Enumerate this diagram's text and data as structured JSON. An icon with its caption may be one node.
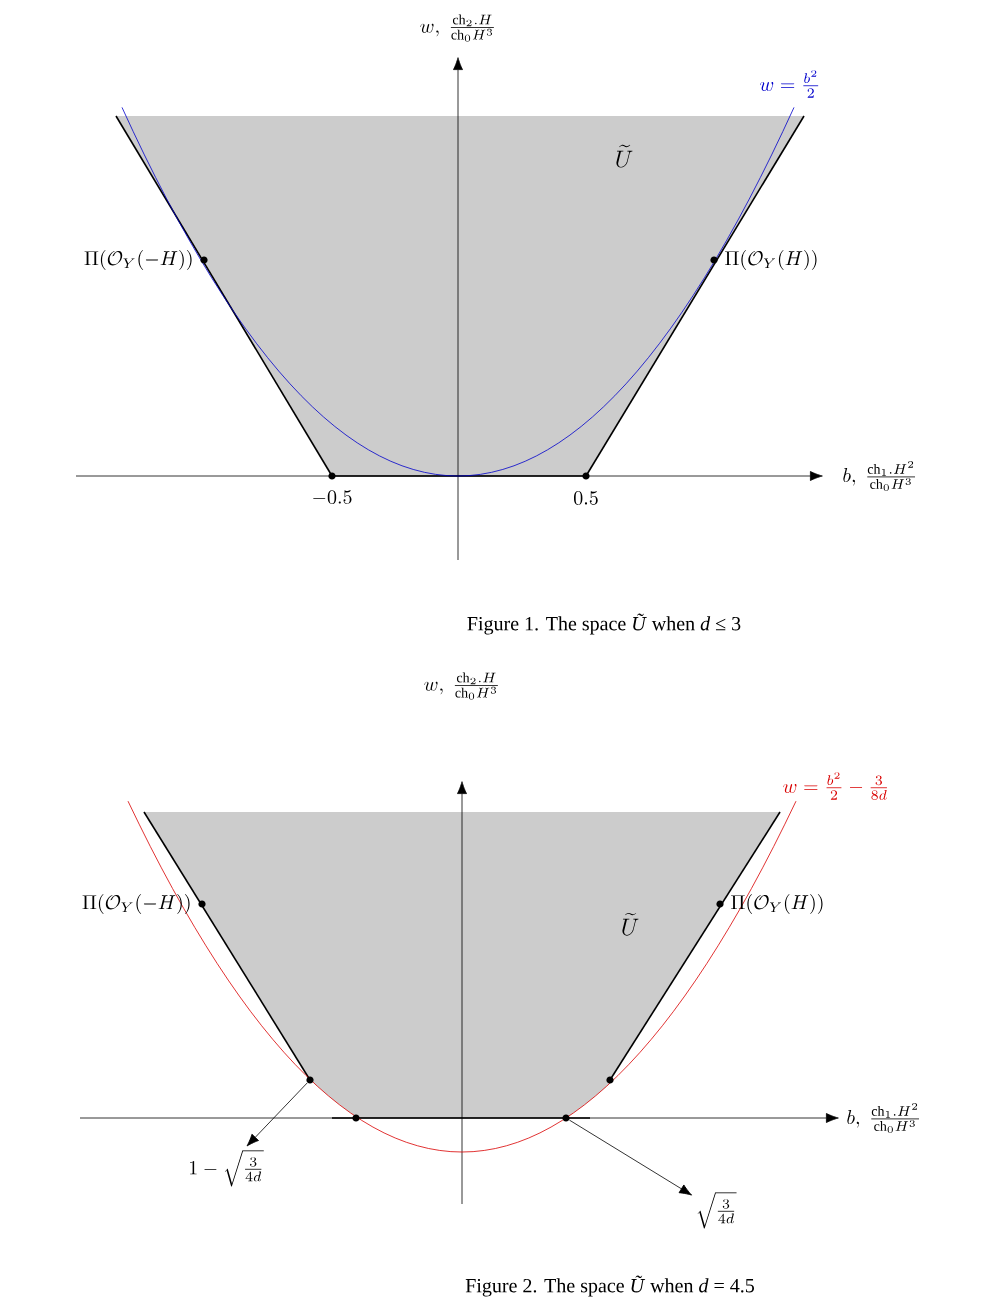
{
  "diagram": {
    "nodes": [
      {
        "text": [],
        "shape": "circle"
      },
      {
        "text": [
          "1-\\sqrt{\\frac{3}{4d}}"
        ]
      },
      {
        "text": [],
        "shape": "circle"
      },
      {
        "text": [
          "\\sqrt{\\frac{3}{4d}}"
        ]
      }
    ],
    "edges": [
      {
        "from": 0,
        "to": 1,
        "arrow": "to"
      },
      {
        "from": 2,
        "to": 3,
        "arrow": "to"
      }
    ],
    "labels": [
      "w,\\ \\frac{\\mathrm{ch}_2.H}{\\mathrm{ch}_0H^3}",
      "w=\\frac{b^2}{2}",
      "\\widetilde{U}",
      "\\Pi(\\mathcal{O}_Y(-H))",
      "\\Pi(\\mathcal{O}_Y(H))",
      "b,\\ \\frac{\\mathrm{ch}_1.H^2}{\\mathrm{ch}_0H^3}",
      "-0.5",
      "0.5",
      "Figure 1. The space *Ũ* when *d* ≤ 3",
      "w,\\ \\frac{\\mathrm{ch}_2.H}{\\mathrm{ch}_0H^3}",
      "w=\\frac{b^2}{2}-\\frac{3}{8d}",
      "\\Pi(\\mathcal{O}_Y(-H))",
      "\\widetilde{U}",
      "\\Pi(\\mathcal{O}_Y(H))",
      "b,\\ \\frac{\\mathrm{ch}_1.H^2}{\\mathrm{ch}_0H^3}",
      "Figure 2. The space *Ũ* when *d* = 4.5"
    ]
  }
}
